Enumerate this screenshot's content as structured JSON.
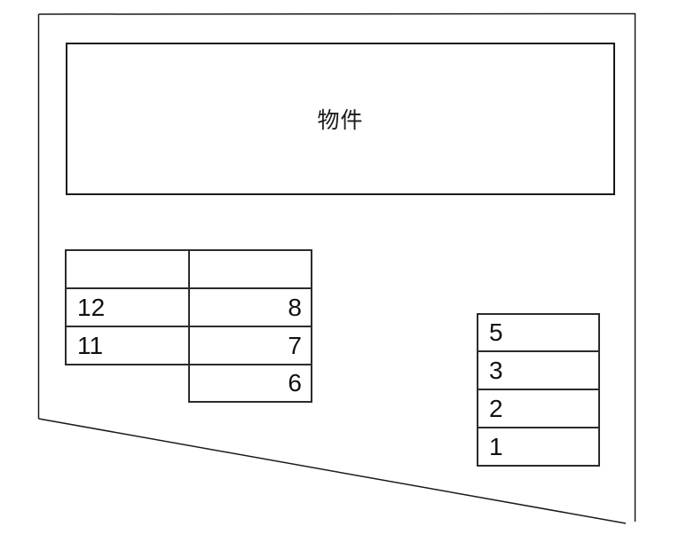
{
  "building": {
    "label": "物件"
  },
  "parking": {
    "left_table": {
      "header": [
        "",
        ""
      ],
      "col1": [
        "12",
        "11"
      ],
      "col2": [
        "8",
        "7",
        "6"
      ]
    },
    "right_table": [
      "5",
      "3",
      "2",
      "1"
    ]
  },
  "colors": {
    "background": "#ffffff",
    "boundary_line": "#1a1a1a",
    "table_border": "#2b2b2b",
    "text": "#111111"
  }
}
